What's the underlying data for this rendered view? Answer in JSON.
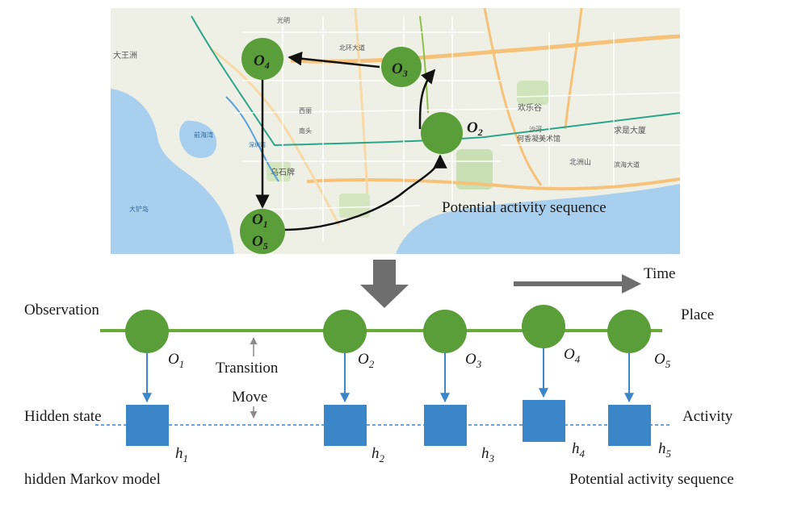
{
  "map": {
    "nodes": [
      {
        "sym": "O",
        "sub": "4"
      },
      {
        "sym": "O",
        "sub": "3"
      },
      {
        "sym": "O",
        "sub": "2"
      },
      {
        "sym": "O",
        "sub": "1"
      },
      {
        "sym": "O",
        "sub": "5"
      }
    ],
    "caption": "Potential activity sequence",
    "place_labels": [
      "大王洲",
      "前海湾",
      "乌石牌",
      "大铲岛",
      "南头",
      "西丽",
      "欢乐谷",
      "沙河",
      "何香凝美术馆",
      "北洲山",
      "求是大厦",
      "滨海大道",
      "北环大道",
      "深圳湾",
      "光明"
    ]
  },
  "hmm": {
    "time_label": "Time",
    "observation_label": "Observation",
    "place_label": "Place",
    "transition_label": "Transition",
    "move_label": "Move",
    "hidden_state_label": "Hidden state",
    "activity_label": "Activity",
    "model_label": "hidden Markov model",
    "sequence_label": "Potential activity sequence",
    "observations": [
      {
        "sym": "O",
        "sub": "1"
      },
      {
        "sym": "O",
        "sub": "2"
      },
      {
        "sym": "O",
        "sub": "3"
      },
      {
        "sym": "O",
        "sub": "4"
      },
      {
        "sym": "O",
        "sub": "5"
      }
    ],
    "states": [
      {
        "sym": "h",
        "sub": "1"
      },
      {
        "sym": "h",
        "sub": "2"
      },
      {
        "sym": "h",
        "sub": "3"
      },
      {
        "sym": "h",
        "sub": "4"
      },
      {
        "sym": "h",
        "sub": "5"
      }
    ]
  },
  "colors": {
    "node_green": "#5a9e3a",
    "line_green": "#6aaa3a",
    "state_blue": "#3b86c9",
    "arrow_grey": "#6e6e6e",
    "water": "#a9cfee",
    "land": "#eef0e6"
  }
}
